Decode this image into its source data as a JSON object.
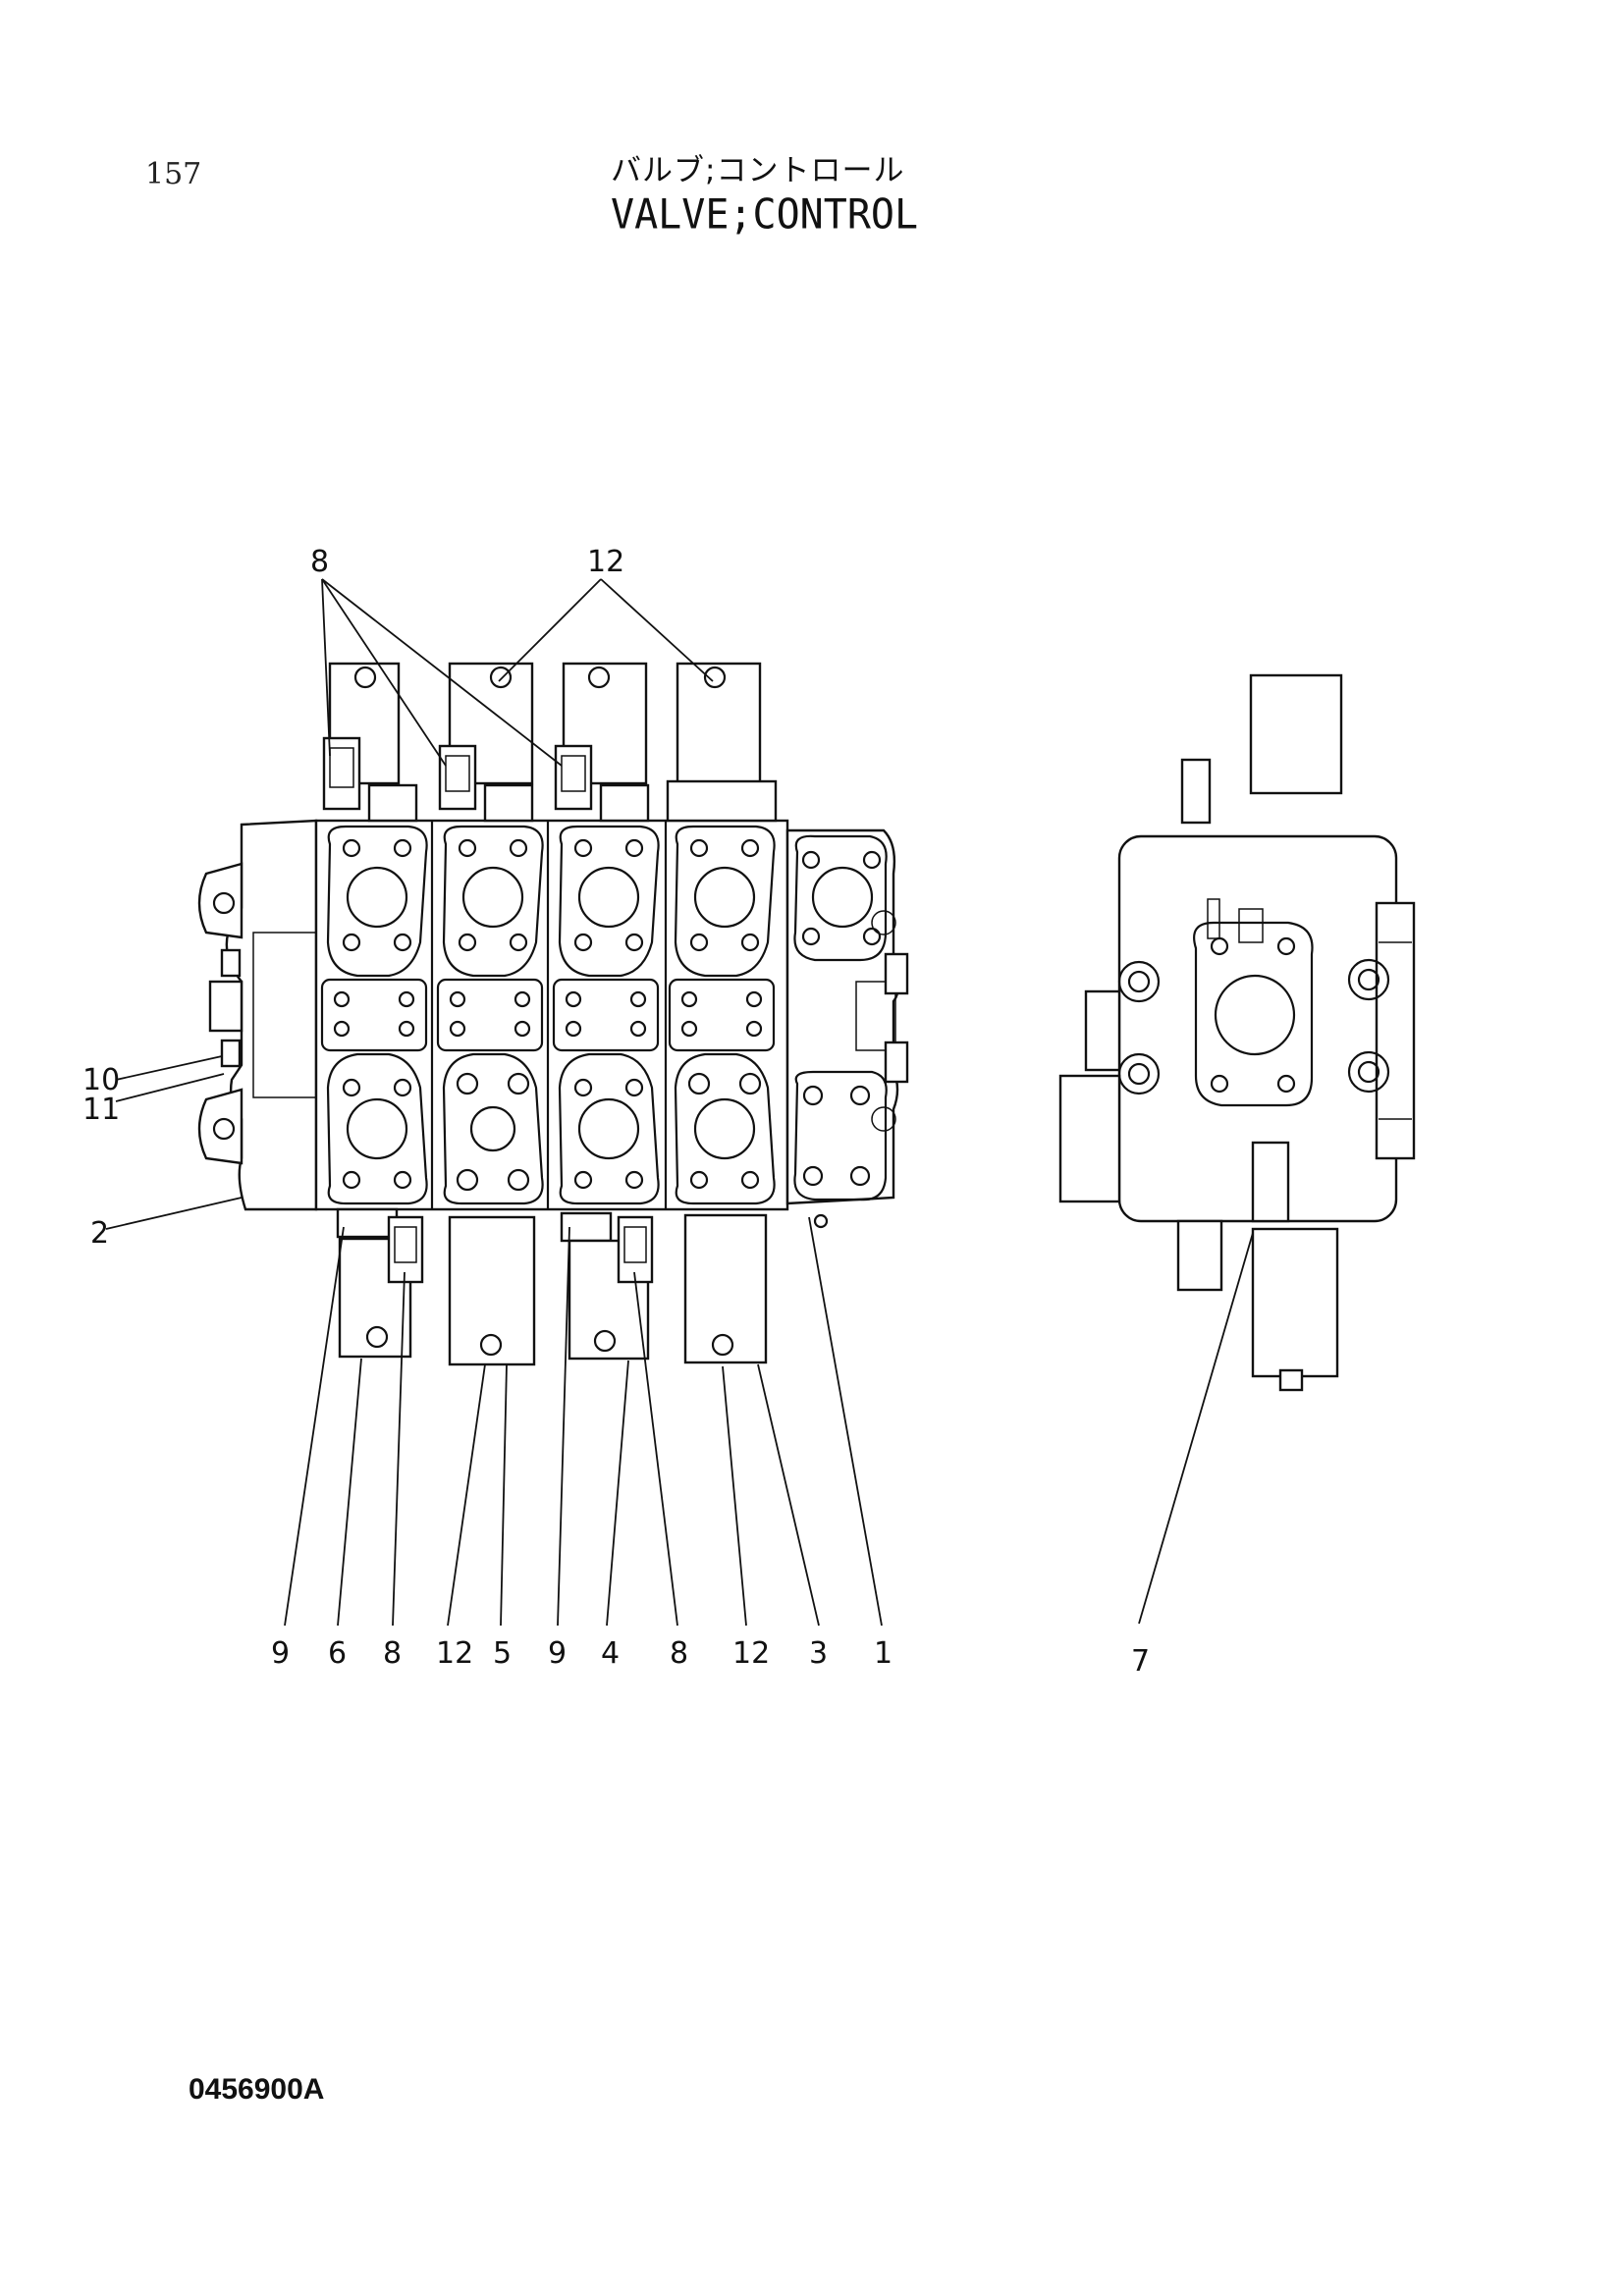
{
  "header": {
    "page_number": "157",
    "title_jp": "バルブ;コントロール",
    "title_en": "VALVE;CONTROL"
  },
  "footer": {
    "drawing_code": "0456900A"
  },
  "callouts": {
    "top_8": "8",
    "top_12": "12",
    "left_10": "10",
    "left_11": "11",
    "left_2": "2",
    "bottom": [
      "9",
      "6",
      "8",
      "12",
      "5",
      "9",
      "4",
      "8",
      "12",
      "3",
      "1"
    ],
    "side_7": "7"
  }
}
